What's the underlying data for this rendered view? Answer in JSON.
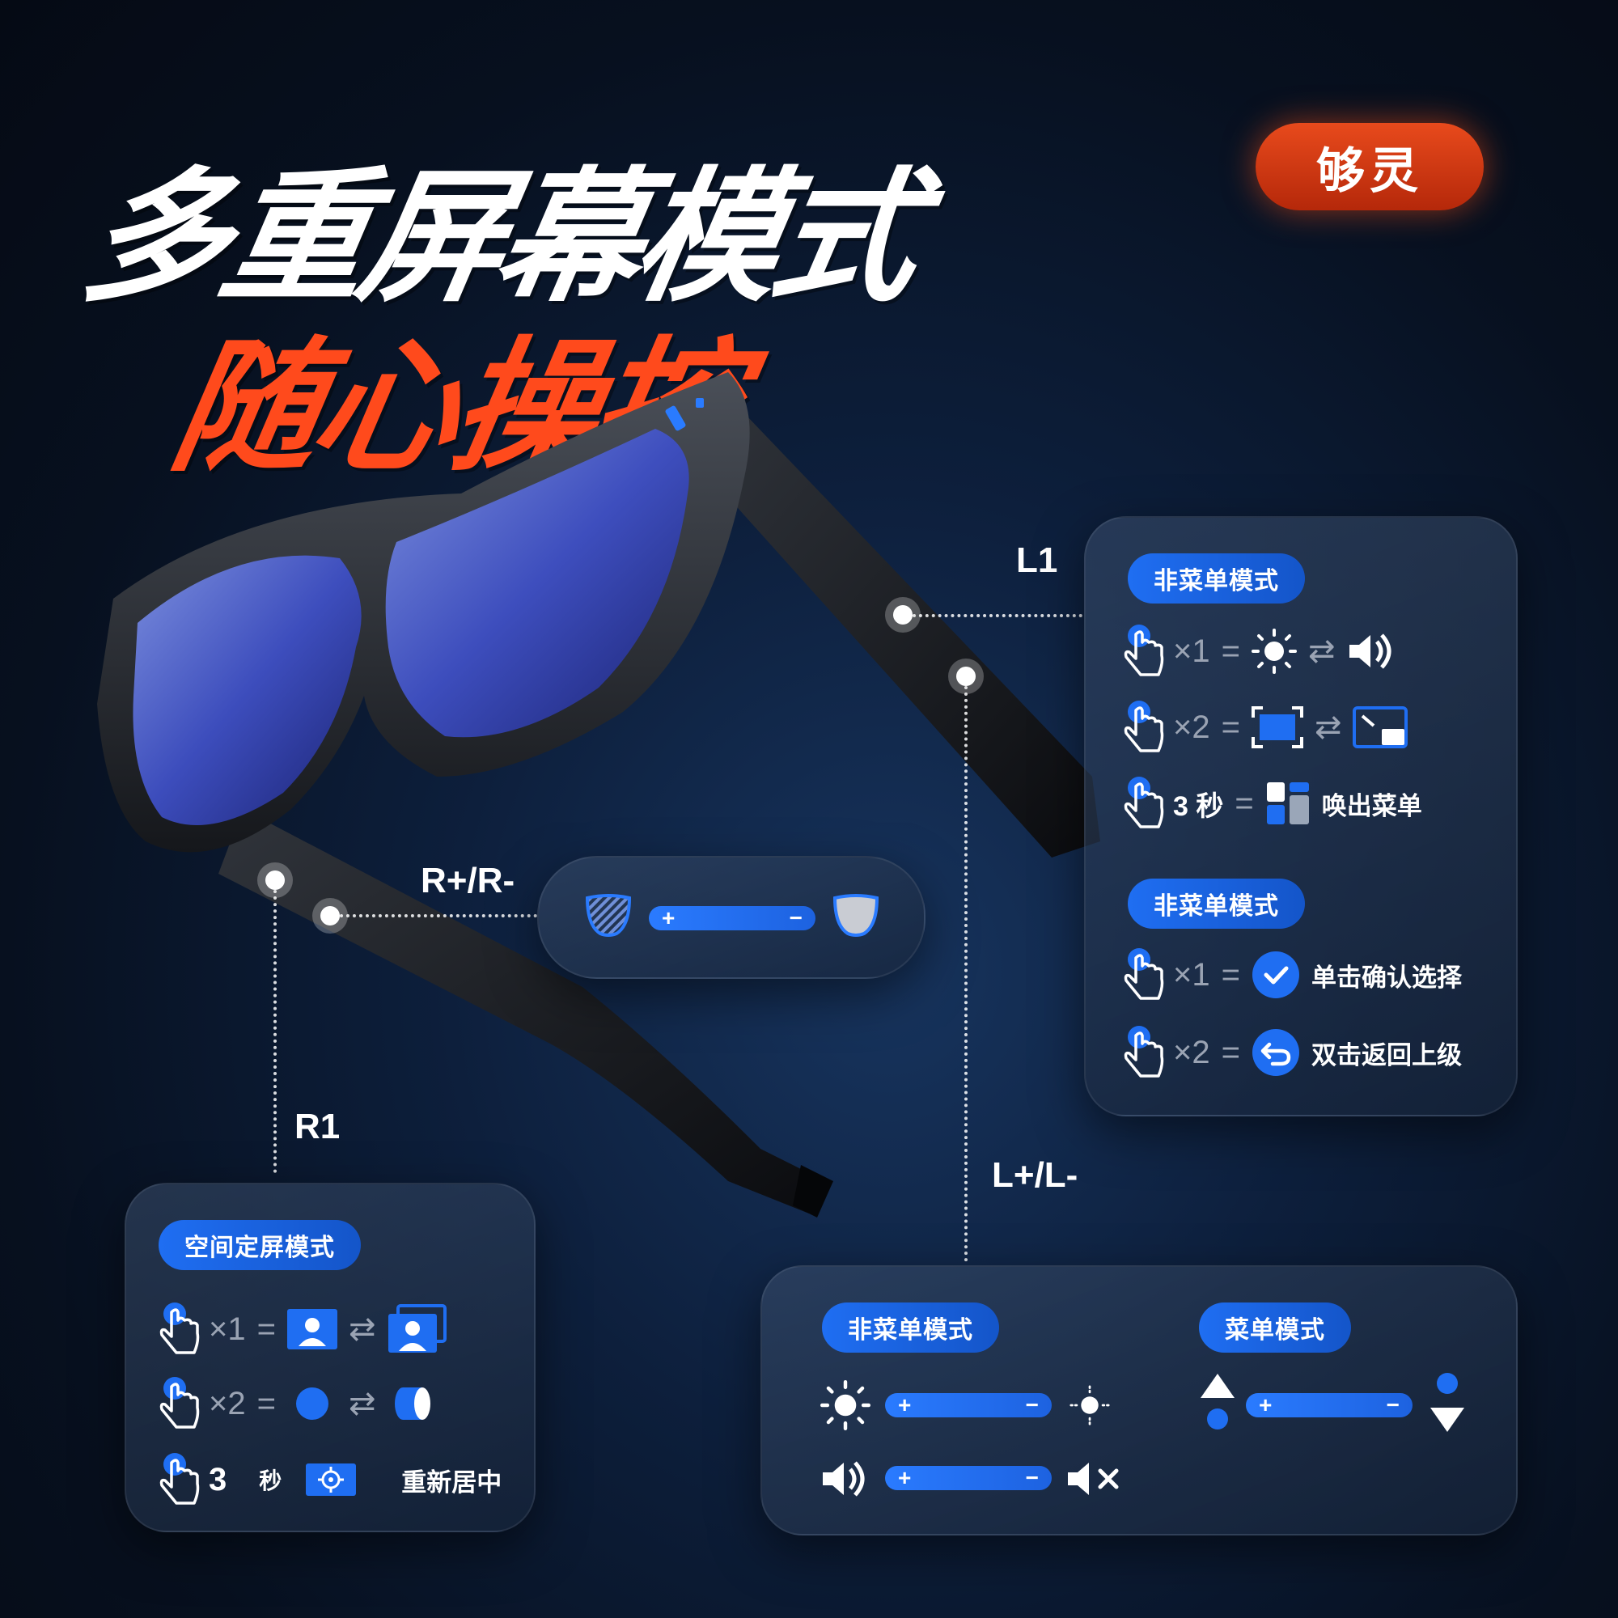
{
  "headline": {
    "line1": "多重屏幕模式",
    "line2": "随心操控"
  },
  "badge": "够灵",
  "callouts": {
    "l1": "L1",
    "r_pm": "R+/R-",
    "r1": "R1",
    "l_pm": "L+/L-"
  },
  "l1_panel": {
    "mode_a": "非菜单模式",
    "rows_a": [
      {
        "times": "×1",
        "eq": "="
      },
      {
        "times": "×2",
        "eq": "="
      },
      {
        "times": "3 秒",
        "eq": "=",
        "text": "唤出菜单"
      }
    ],
    "mode_b": "非菜单模式",
    "rows_b": [
      {
        "times": "×1",
        "eq": "=",
        "text": "单击确认选择"
      },
      {
        "times": "×2",
        "eq": "=",
        "text": "双击返回上级"
      }
    ]
  },
  "r1_panel": {
    "mode": "空间定屏模式",
    "rows": [
      {
        "times": "×1",
        "eq": "="
      },
      {
        "times": "×2",
        "eq": "="
      },
      {
        "times": "3",
        "unit": "秒",
        "text": "重新居中"
      }
    ]
  },
  "rpm_slider": {
    "plus": "+",
    "minus": "−"
  },
  "lpm_panel": {
    "mode_a": "非菜单模式",
    "mode_b": "菜单模式",
    "plus": "+",
    "minus": "−"
  },
  "icons": [
    "tap-finger-icon",
    "sun-icon",
    "speaker-icon",
    "swap-icon",
    "fullscreen-icon",
    "pip-icon",
    "menu-grid-icon",
    "check-icon",
    "back-icon",
    "user-screen-icon",
    "circle-icon",
    "recenter-icon",
    "tint-lens-icon",
    "clear-lens-icon",
    "arrow-up-icon",
    "arrow-down-icon",
    "mute-icon"
  ],
  "colors": {
    "accent": "#1f6ef2",
    "brand_red": "#ff4a1c",
    "bg": "#07101f"
  }
}
